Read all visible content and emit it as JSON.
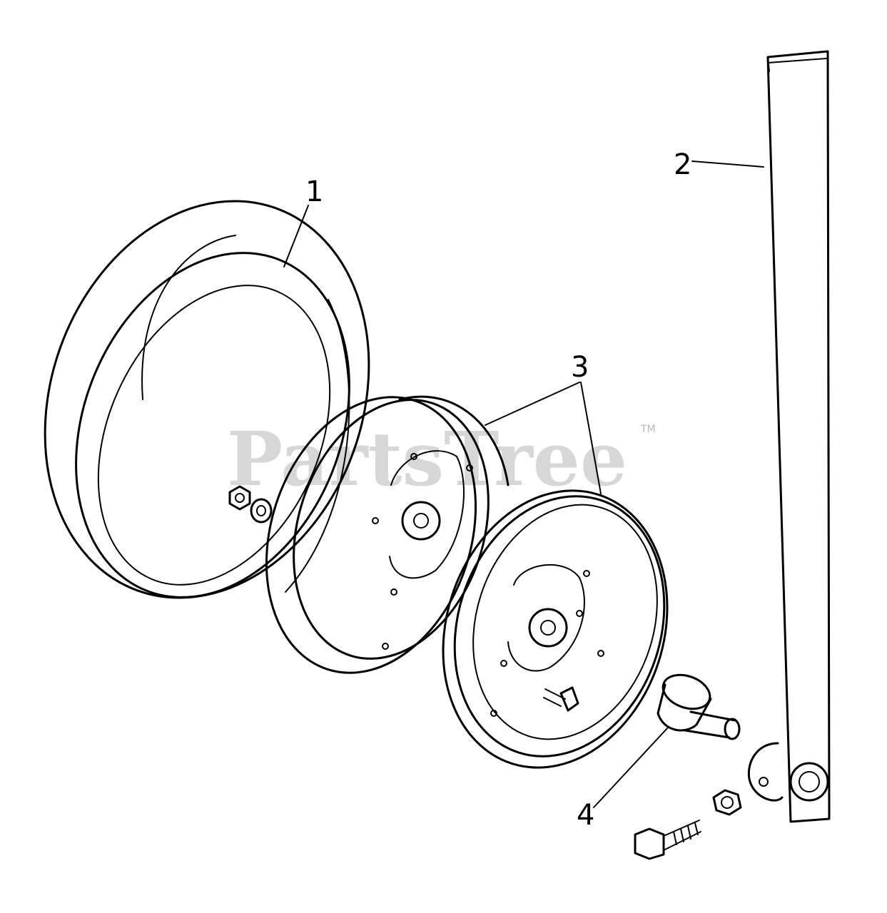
{
  "diagram": {
    "callouts": {
      "tire": "1",
      "strap": "2",
      "wheel_halves": "3",
      "axle": "4"
    },
    "watermark": {
      "logo_text": "PartsTree",
      "trademark": "TM"
    }
  }
}
